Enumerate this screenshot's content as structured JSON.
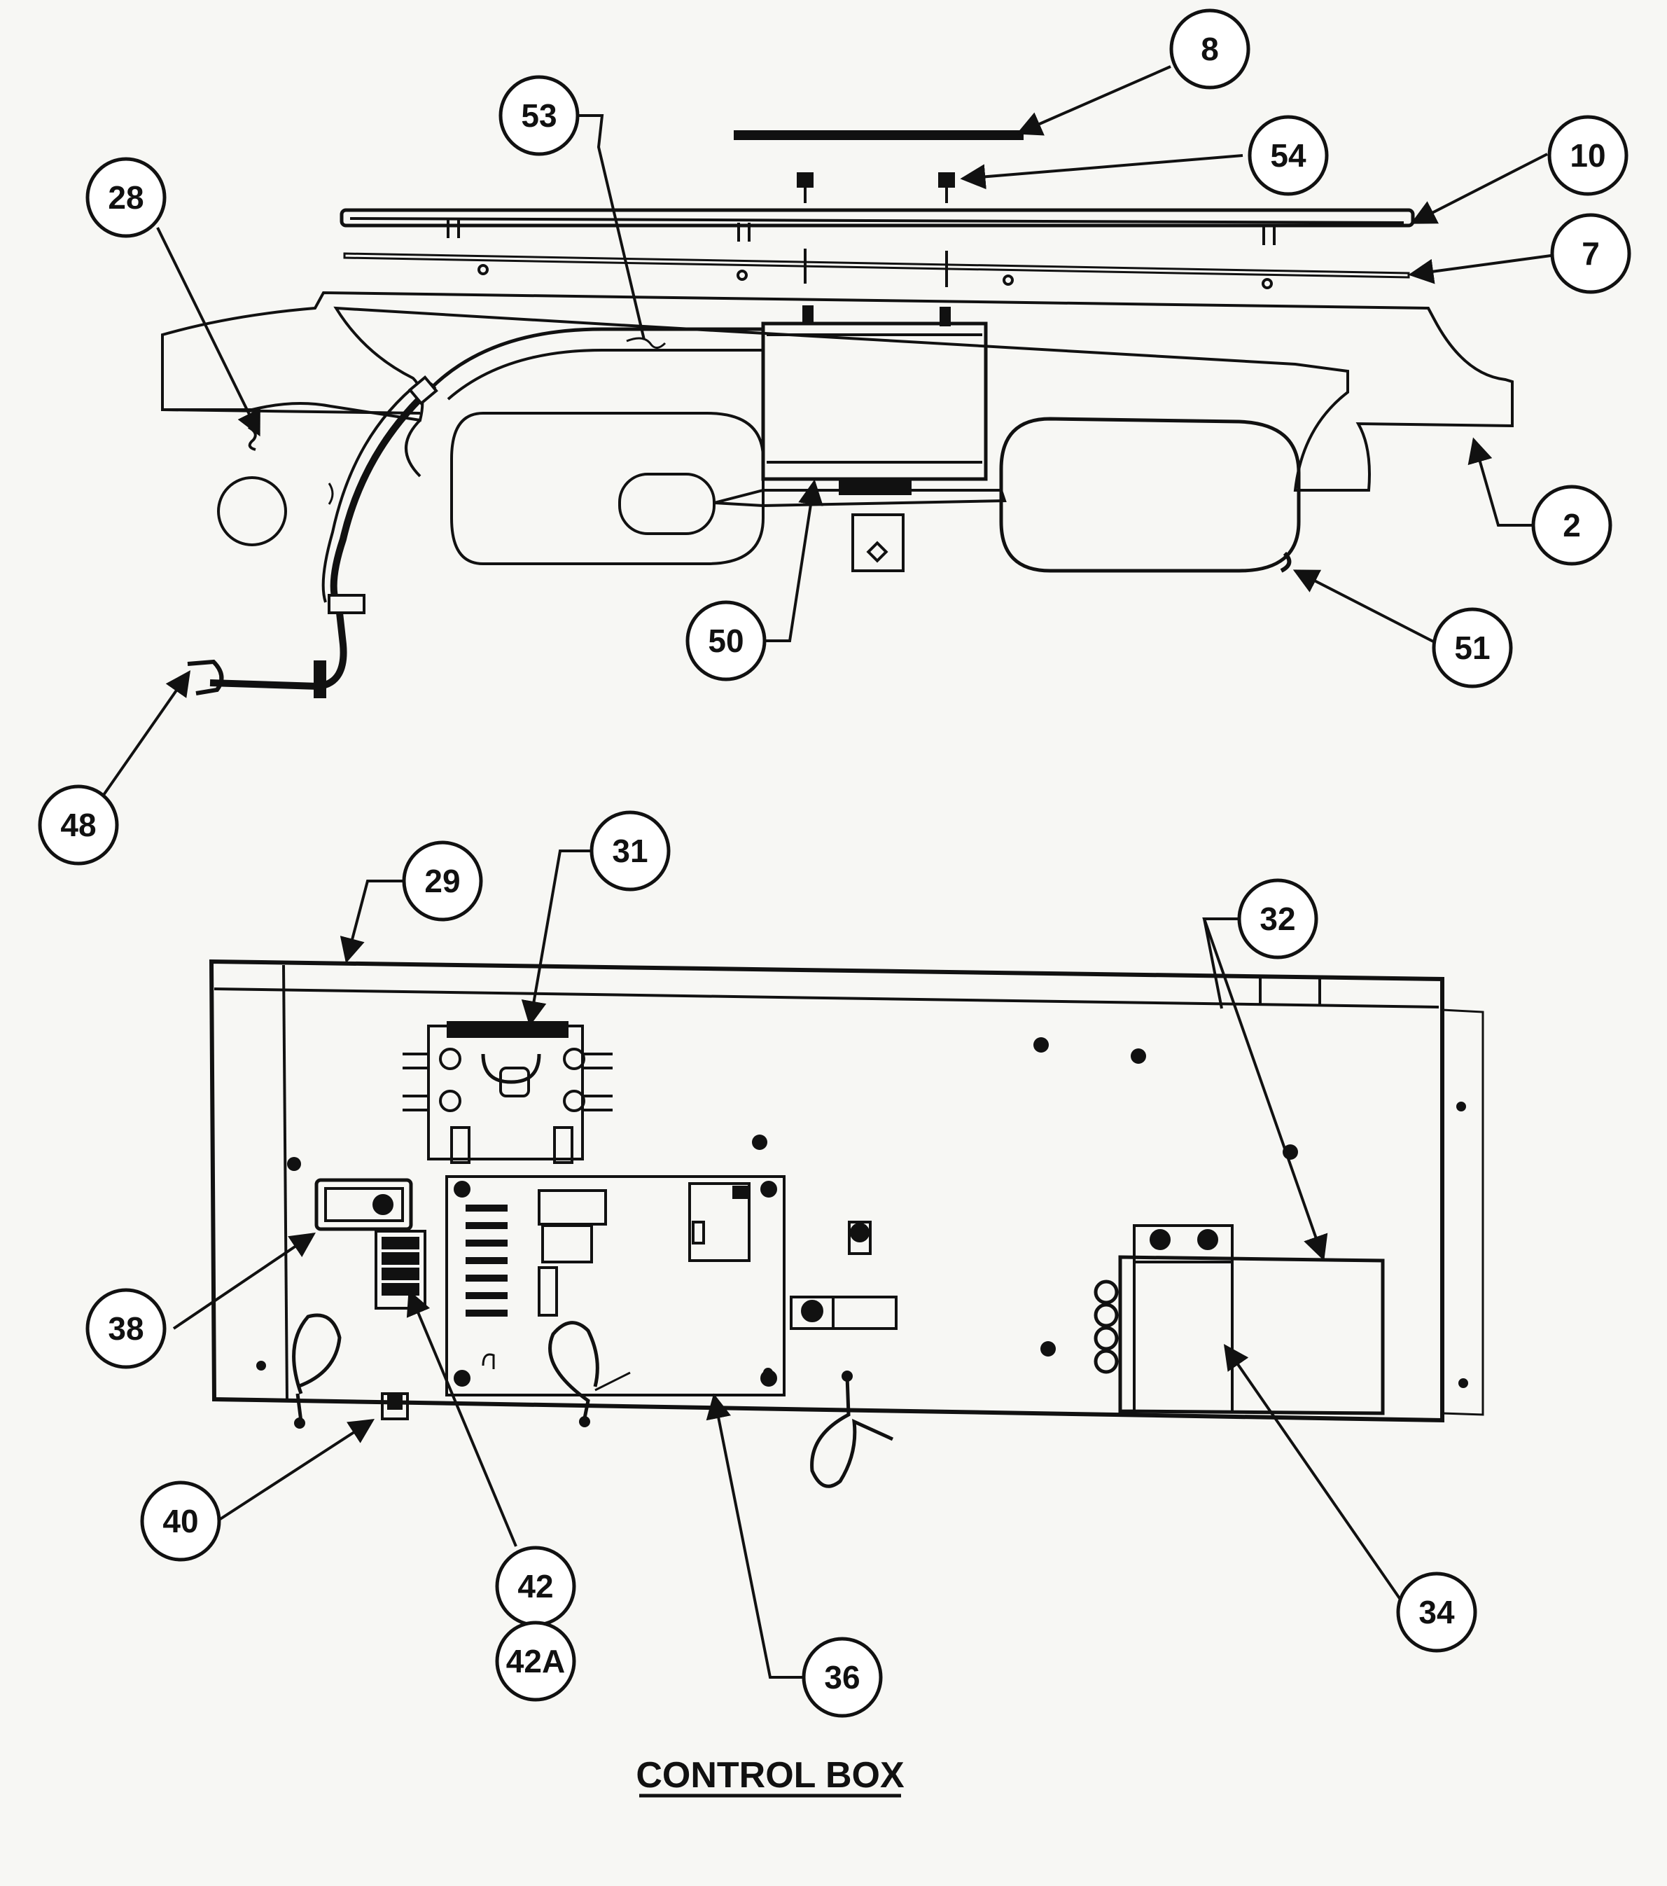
{
  "diagram": {
    "title": "CONTROL BOX",
    "callouts": [
      {
        "id": "c8",
        "label": "8"
      },
      {
        "id": "c53",
        "label": "53"
      },
      {
        "id": "c54",
        "label": "54"
      },
      {
        "id": "c10",
        "label": "10"
      },
      {
        "id": "c28",
        "label": "28"
      },
      {
        "id": "c7",
        "label": "7"
      },
      {
        "id": "c2",
        "label": "2"
      },
      {
        "id": "c50",
        "label": "50"
      },
      {
        "id": "c51",
        "label": "51"
      },
      {
        "id": "c48",
        "label": "48"
      },
      {
        "id": "c29",
        "label": "29"
      },
      {
        "id": "c31",
        "label": "31"
      },
      {
        "id": "c32",
        "label": "32"
      },
      {
        "id": "c38",
        "label": "38"
      },
      {
        "id": "c40",
        "label": "40"
      },
      {
        "id": "c42",
        "label": "42"
      },
      {
        "id": "c42a",
        "label": "42A"
      },
      {
        "id": "c36",
        "label": "36"
      },
      {
        "id": "c34",
        "label": "34"
      }
    ]
  }
}
